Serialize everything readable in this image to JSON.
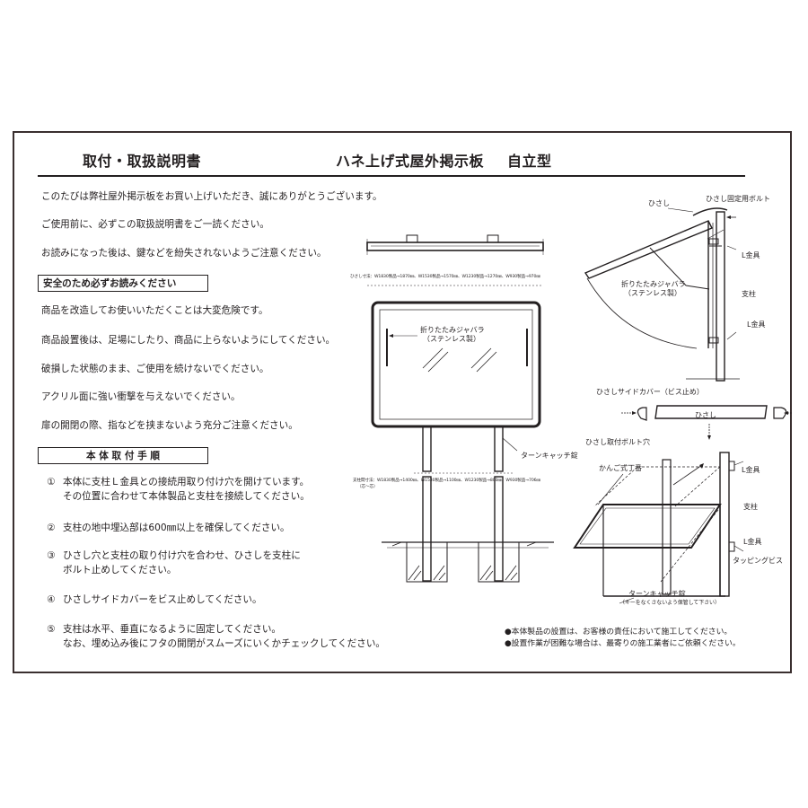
{
  "header": {
    "doc_title": "取付・取扱説明書",
    "product_title": "ハネ上げ式屋外掲示板",
    "product_type": "自立型"
  },
  "intro": [
    "このたびは弊社屋外掲示板をお買い上げいただき、誠にありがとうございます。",
    "ご使用前に、必ずこの取扱説明書をご一読ください。",
    "お読みになった後は、鍵などを紛失されないようご注意ください。"
  ],
  "safety": {
    "heading": "安全のため必ずお読みください",
    "items": [
      "商品を改造してお使いいただくことは大変危険です。",
      "商品設置後は、足場にしたり、商品に上らないようにしてください。",
      "破損した状態のまま、ご使用を続けないでください。",
      "アクリル面に強い衝撃を与えないでください。",
      "扉の開閉の際、指などを挟まないよう充分ご注意ください。"
    ]
  },
  "install": {
    "heading": "本 体 取 付 手 順",
    "steps": [
      {
        "num": "①",
        "line1": "本体に支柱Ｌ金具との接続用取り付け穴を開けています。",
        "line2": "その位置に合わせて本体製品と支柱を接続してください。"
      },
      {
        "num": "②",
        "line1": "支柱の地中埋込部は600㎜以上を確保してください。",
        "line2": ""
      },
      {
        "num": "③",
        "line1": "ひさし穴と支柱の取り付け穴を合わせ、ひさしを支柱に",
        "line2": "ボルト止めしてください。"
      },
      {
        "num": "④",
        "line1": "ひさしサイドカバーをビス止めしてください。",
        "line2": ""
      },
      {
        "num": "⑤",
        "line1": "支柱は水平、垂直になるように固定してください。",
        "line2": "なお、埋め込み後にフタの開閉がスムーズにいくかチェックしてください。"
      }
    ]
  },
  "front_diagram": {
    "hisashi_dims": "ひさし寸法：W1830製品→1870㎜、W1530製品→1570㎜、W1230製品→1270㎜、W930製品→970㎜",
    "jabara_label": "折りたたみジャバラ",
    "jabara_sub": "（ステンレス製）",
    "lock_label": "ターンキャッチ錠",
    "pillar_dims": "支柱間寸法：W1830製品→1400㎜、W1530製品→1100㎜、W1230製品→800㎜、W930製品→706㎜",
    "pillar_dims_sub": "（芯～芯）"
  },
  "side_diagram": {
    "hisashi": "ひさし",
    "bolt": "ひさし固定用ボルト",
    "l_bracket_top": "L金具",
    "pillar": "支柱",
    "l_bracket_bottom": "L金具",
    "jabara_label": "折りたたみジャバラ",
    "jabara_sub": "（ステンレス製）"
  },
  "cover_diagram": {
    "cover_label": "ひさしサイドカバー（ビス止め）",
    "hisashi": "ひさし",
    "bolt_hole": "ひさし取付ボルト穴",
    "hinge": "かんご式丁番",
    "l_bracket_top": "L金具",
    "pillar": "支柱",
    "l_bracket_bottom": "L金具",
    "tapping": "タッピングビス",
    "lock_label": "ターンキャッチ錠",
    "lock_sub": "（キーをなくさないよう保管して下さい）"
  },
  "notes": [
    "●本体製品の設置は、お客様の責任において施工してください。",
    "●設置作業が困難な場合は、最寄りの施工業者にご依頼ください。"
  ],
  "colors": {
    "ink": "#231f20",
    "frame": "#3a2f2f",
    "background": "#ffffff"
  }
}
